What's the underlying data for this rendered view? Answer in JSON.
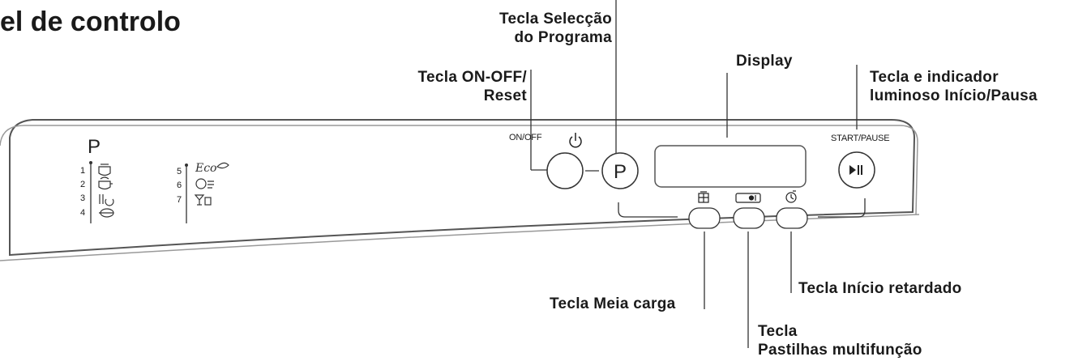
{
  "page_title": "el de controlo",
  "callouts": {
    "program_select": {
      "line1": "Tecla Selecção",
      "line2": "do Programa"
    },
    "display": "Display",
    "on_off": {
      "line1": "Tecla ON-OFF/",
      "line2": "Reset"
    },
    "start_pause": {
      "line1": "Tecla e indicador",
      "line2": "luminoso Início/Pausa"
    },
    "half_load": "Tecla Meia carga",
    "delayed_start": "Tecla Início retardado",
    "multi_tablet": {
      "line1": "Tecla",
      "line2": "Pastilhas multifunção"
    }
  },
  "panel_labels": {
    "on_off": "ON/OFF",
    "start_pause": "START/PAUSE",
    "program_button": "P",
    "program_header": "P"
  },
  "programs_left": [
    "1",
    "2",
    "3",
    "4"
  ],
  "programs_right": [
    "5",
    "6",
    "7"
  ],
  "program_icons": {
    "eco_text": "Eco"
  },
  "icons": [
    "power-icon",
    "play-pause-icon",
    "half-load-icon",
    "multi-tablet-icon",
    "delay-timer-icon"
  ]
}
